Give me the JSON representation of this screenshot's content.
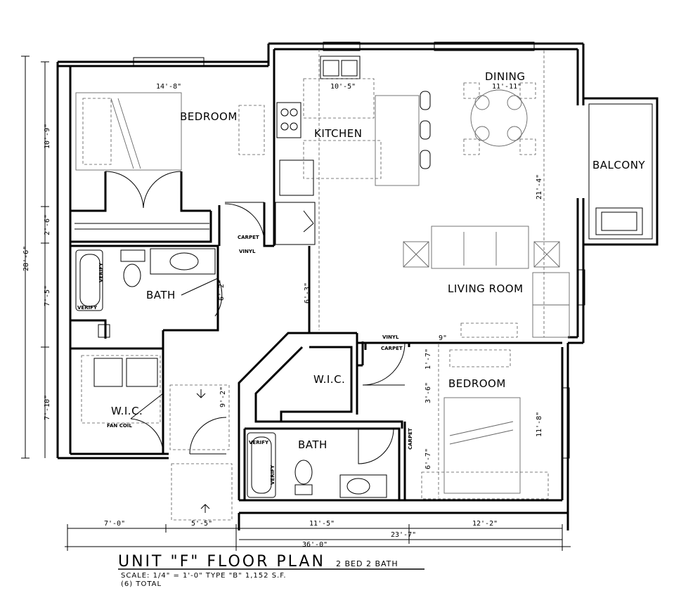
{
  "rooms": {
    "bedroom_1": "BEDROOM",
    "kitchen": "KITCHEN",
    "dining": "DINING",
    "balcony": "BALCONY",
    "living_room": "LIVING ROOM",
    "bath_1": "BATH",
    "wic_1": "W.I.C.",
    "wic_2": "W.I.C.",
    "bedroom_2": "BEDROOM",
    "bath_2": "BATH"
  },
  "dimensions": {
    "bedroom_1_width": "14'-8\"",
    "kitchen_width": "10'-5\"",
    "dining_width": "11'-11\"",
    "living_height": "21'-4\"",
    "left_top": "10'-9\"",
    "left_closet": "2'-6\"",
    "overall_height": "28'-6\"",
    "left_bath": "7'-5\"",
    "left_wic": "7'-10\"",
    "bath_door": "6'-2\"",
    "hall": "6'-3\"",
    "hall_lower": "9'-2\"",
    "wic_gap": "9\"",
    "bedroom_2_a": "1'-7\"",
    "bedroom_2_b": "3'-6\"",
    "bedroom_2_c": "6'-7\"",
    "bedroom_2_height": "11'-8\"",
    "bottom_1": "7'-0\"",
    "bottom_2": "5'-5\"",
    "bottom_3": "11'-5\"",
    "bottom_4": "12'-2\"",
    "bottom_right": "23'-7\"",
    "overall_width": "36'-0\""
  },
  "notes": {
    "carpet_1": "CARPET",
    "vinyl_1": "VINYL",
    "vinyl_2": "VINYL",
    "carpet_2": "CARPET",
    "carpet_3": "CARPET",
    "verify_1": "VERIFY",
    "verify_2": "VERIFY",
    "verify_3": "VERIFY",
    "verify_4": "VERIFY",
    "fan_coil": "FAN COIL"
  },
  "title": {
    "main": "UNIT \"F\" FLOOR PLAN",
    "beds": "2 BED 2 BATH",
    "scale": "SCALE: 1/4\" = 1'-0\"   TYPE \"B\"   1,152 S.F.",
    "total": "(6) TOTAL"
  }
}
